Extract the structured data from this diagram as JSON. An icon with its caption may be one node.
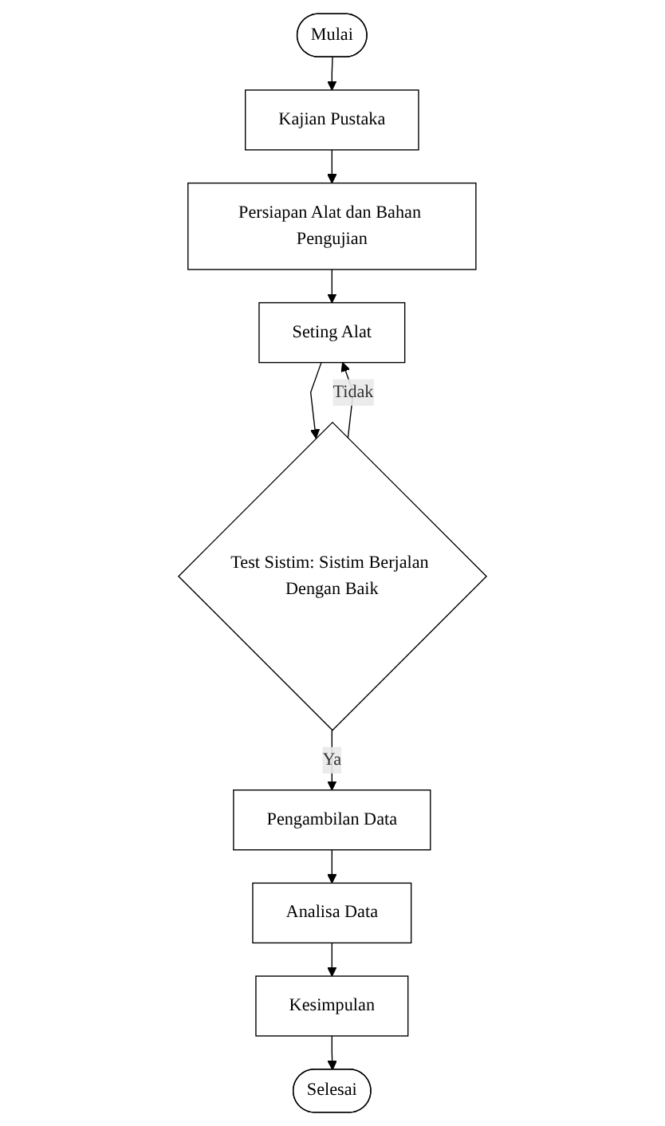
{
  "diagram": {
    "nodes": [
      {
        "text": [
          "Mulai"
        ]
      },
      {
        "text": [
          "Kajian Pustaka"
        ]
      },
      {
        "text": [
          "Persiapan Alat dan Bahan Pengujian"
        ]
      },
      {
        "text": [
          "Seting Alat"
        ]
      },
      {
        "text": [
          "Test Sistim: Sistim Berjalan Dengan Baik"
        ]
      },
      {
        "text": [
          "Pengambilan Data"
        ]
      },
      {
        "text": [
          "Analisa Data"
        ]
      },
      {
        "text": [
          "Kesimpulan"
        ]
      },
      {
        "text": [
          "Selesai"
        ]
      }
    ],
    "edges": [
      {
        "from": 0,
        "to": 1,
        "arrow": "to"
      },
      {
        "from": 1,
        "to": 2,
        "arrow": "to"
      },
      {
        "from": 2,
        "to": 3,
        "arrow": "to"
      },
      {
        "from": 3,
        "to": 4,
        "arrow": "to"
      },
      {
        "from": 4,
        "to": 3,
        "label": "Tidak",
        "arrow": "to"
      },
      {
        "from": 4,
        "to": 5,
        "label": "Ya",
        "arrow": "to"
      },
      {
        "from": 5,
        "to": 6,
        "arrow": "to"
      },
      {
        "from": 6,
        "to": 7,
        "arrow": "to"
      },
      {
        "from": 7,
        "to": 8,
        "arrow": "to"
      }
    ]
  }
}
